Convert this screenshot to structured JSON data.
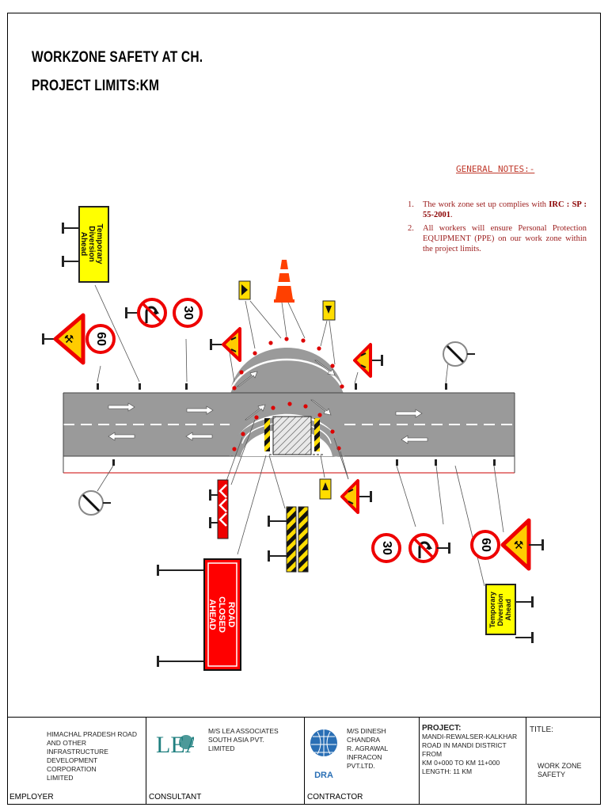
{
  "drawing": {
    "title_line1": "WORKZONE SAFETY AT CH.",
    "title_line2": "PROJECT LIMITS:KM"
  },
  "notes": {
    "heading": "GENERAL NOTES:-",
    "items": [
      {
        "num": "1.",
        "text_a": "The work zone set up complies with ",
        "bold": "IRC : SP : 55-2001",
        "text_b": "."
      },
      {
        "num": "2.",
        "text_a": "All workers will ensure Personal Protection EQUIPMENT (PPE) on our work zone within the project limits.",
        "bold": "",
        "text_b": ""
      }
    ]
  },
  "signs": {
    "temporary_diversion": [
      "Temporary",
      "Diversion",
      "Ahead"
    ],
    "road_closed": [
      "ROAD",
      "CLOSED",
      "AHEAD"
    ],
    "speed_limit": "30",
    "speed_limit_alt": "60"
  },
  "colors": {
    "road": "#9a9a9a",
    "sign_yellow": "#ffff00",
    "sign_red": "#ff0000",
    "note_red": "#9b1b1b",
    "cone_orange": "#ff4000",
    "lea_teal": "#1f7f7f",
    "dra_blue": "#2a6fb5"
  },
  "title_block": {
    "employer": {
      "lines": [
        "HIMACHAL PRADESH ROAD",
        "AND OTHER INFRASTRUCTURE",
        "DEVELOPMENT CORPORATION",
        "LIMITED"
      ],
      "label": "EMPLOYER"
    },
    "consultant": {
      "logo_text": "LEA",
      "lines": [
        "M/S LEA ASSOCIATES",
        "SOUTH ASIA PVT.",
        "LIMITED"
      ],
      "label": "CONSULTANT"
    },
    "contractor": {
      "logo_text": "DRA",
      "lines": [
        "M/S DINESH CHANDRA",
        "R. AGRAWAL INFRACON",
        "PVT.LTD."
      ],
      "label": "CONTRACTOR"
    },
    "project": {
      "heading": "PROJECT:",
      "lines": [
        "MANDI-REWALSER-KALKHAR",
        "ROAD IN MANDI DISTRICT FROM",
        "KM 0+000 TO KM 11+000",
        "LENGTH: 11 KM"
      ]
    },
    "title": {
      "heading": "TITLE:",
      "value": "WORK ZONE SAFETY"
    }
  }
}
